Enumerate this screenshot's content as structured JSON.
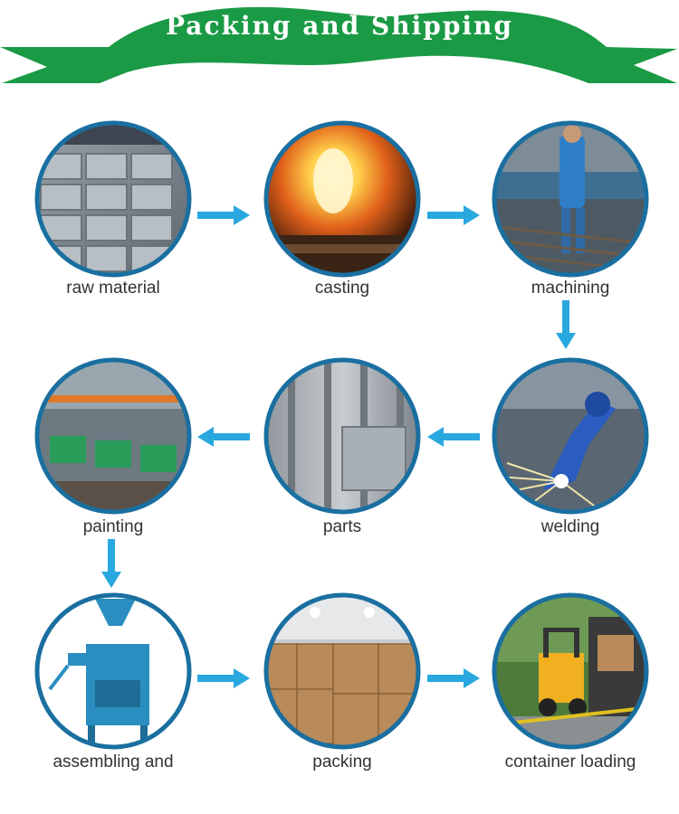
{
  "banner": {
    "title": "Packing and Shipping",
    "color": "#1a9a45"
  },
  "colors": {
    "ring": "#1a6fa0",
    "arrow": "#29a8e0",
    "label": "#333333"
  },
  "steps": [
    {
      "label": "raw material",
      "icon": "metal-ingots-photo"
    },
    {
      "label": "casting",
      "icon": "molten-metal-photo"
    },
    {
      "label": "machining",
      "icon": "machinist-photo"
    },
    {
      "label": "welding",
      "icon": "robotic-welding-photo"
    },
    {
      "label": "parts",
      "icon": "metal-parts-photo"
    },
    {
      "label": "painting",
      "icon": "painting-line-photo"
    },
    {
      "label": "assembling and",
      "icon": "rice-mill-machine-photo"
    },
    {
      "label": "packing",
      "icon": "carton-boxes-photo"
    },
    {
      "label": "container loading",
      "icon": "forklift-loading-photo"
    }
  ]
}
